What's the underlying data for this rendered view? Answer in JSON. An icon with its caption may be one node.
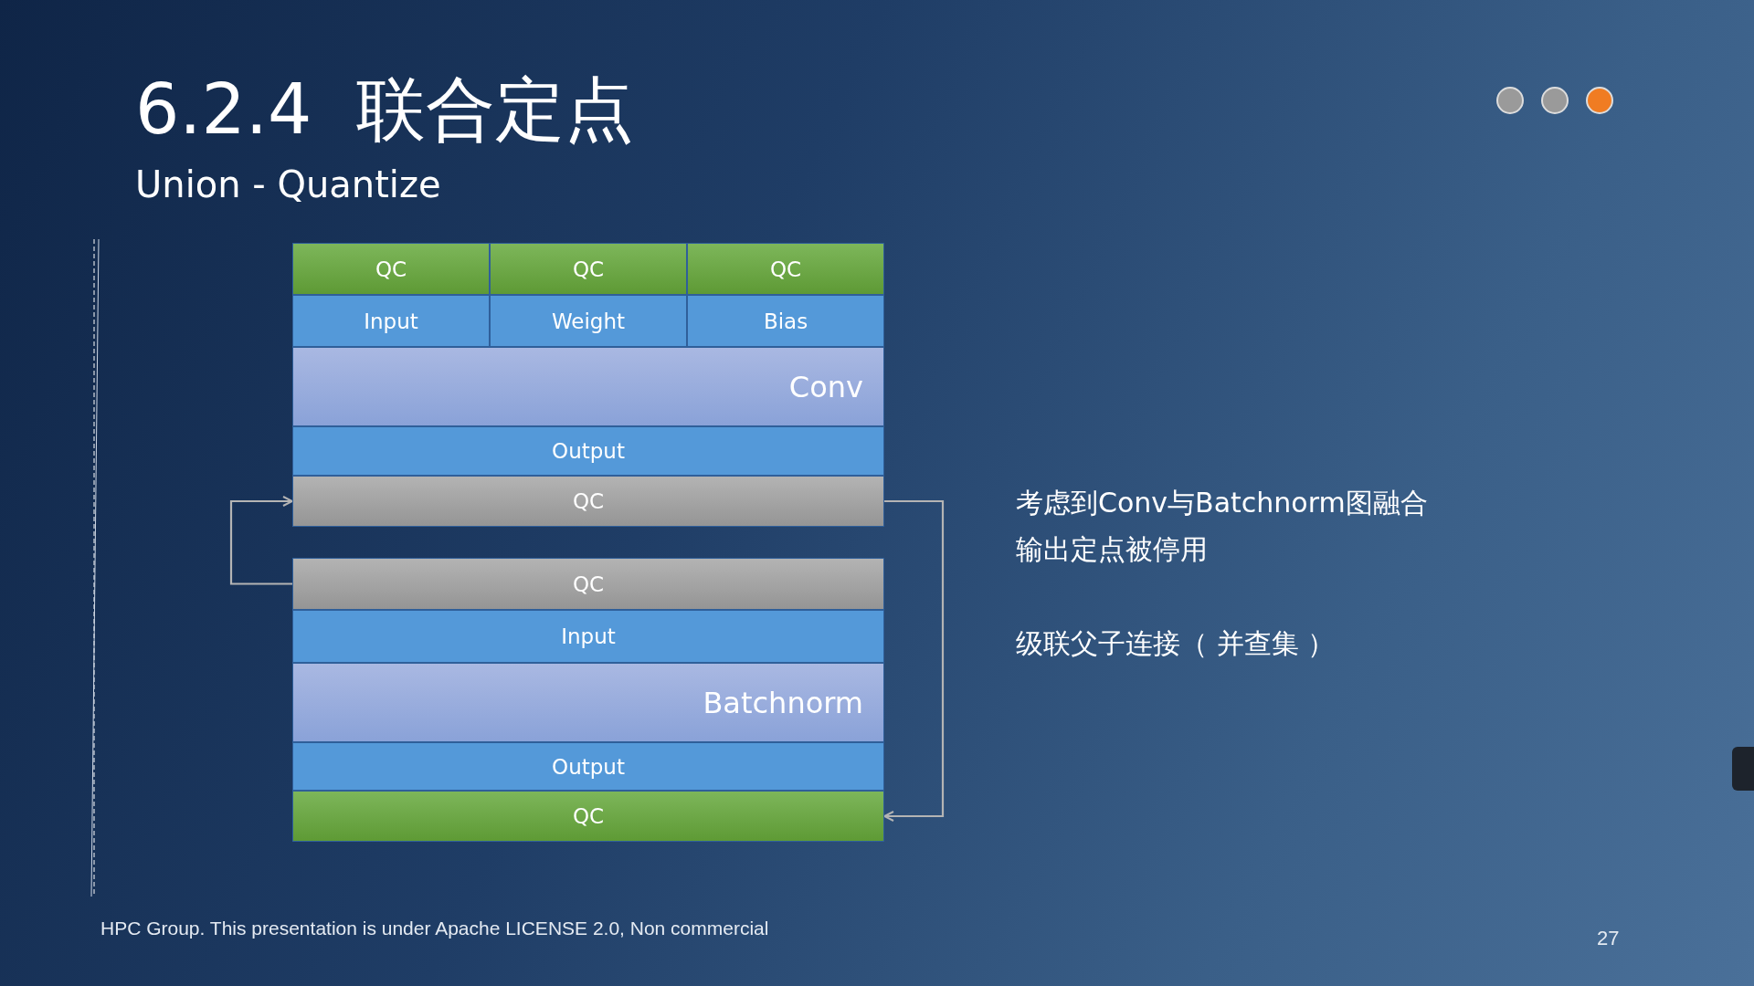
{
  "diagram": {
    "title": "6.2.4  联合定点",
    "nodes": [
      {
        "text": [
          "QC"
        ]
      },
      {
        "text": [
          "QC"
        ]
      },
      {
        "text": [
          "QC"
        ]
      },
      {
        "text": [
          "Input"
        ]
      },
      {
        "text": [
          "Weight"
        ]
      },
      {
        "text": [
          "Bias"
        ]
      },
      {
        "text": [
          "Conv"
        ]
      },
      {
        "text": [
          "Output"
        ]
      },
      {
        "text": [
          "QC"
        ]
      },
      {
        "text": [
          "QC"
        ]
      },
      {
        "text": [
          "Input"
        ]
      },
      {
        "text": [
          "Batchnorm"
        ]
      },
      {
        "text": [
          "Output"
        ]
      },
      {
        "text": [
          "QC"
        ]
      }
    ],
    "edges": [
      {
        "from": 9,
        "to": 8,
        "arrow": "to"
      },
      {
        "from": 8,
        "to": 13,
        "arrow": "to"
      }
    ],
    "labels": [
      "Union - Quantize",
      "考虑到Conv与Batchnorm图融合",
      "输出定点被停用",
      "级联父子连接（ 并查集 ）",
      "HPC Group. This presentation is under Apache LICENSE 2.0, Non commercial",
      "27"
    ]
  }
}
